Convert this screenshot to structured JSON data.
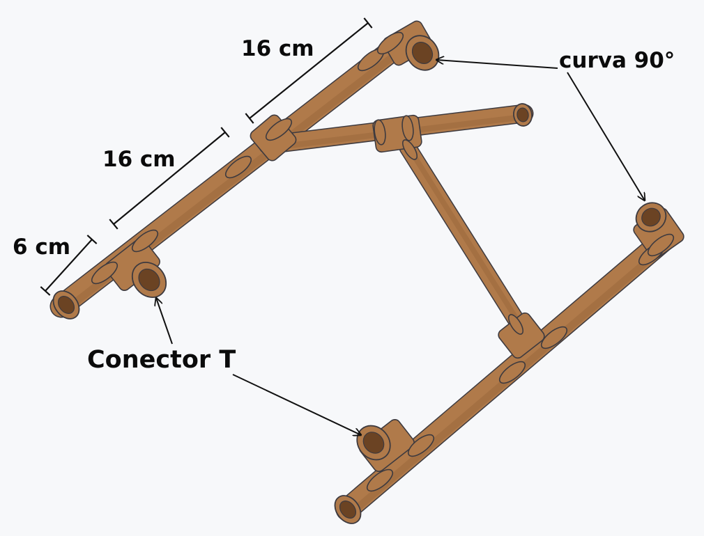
{
  "labels": {
    "dim_top": "16 cm",
    "dim_mid": "16 cm",
    "dim_short": "6 cm",
    "elbow": "curva 90°",
    "tee": "Conector T"
  },
  "colors": {
    "background": "#f7f8fa",
    "pipe_fill": "#b07a4a",
    "pipe_shade": "#8e5e36",
    "pipe_outline": "#3d3a3f",
    "pipe_inner": "#6b4323",
    "text": "#0b0b0b"
  }
}
